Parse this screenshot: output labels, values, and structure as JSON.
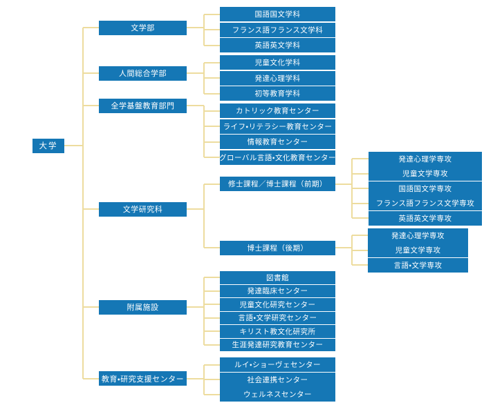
{
  "chart_title": "university-organization-chart",
  "colors": {
    "box_blue": "#1577b5",
    "connector_gold": "#eddc9e",
    "text_white": "#ffffff",
    "background": "#ffffff"
  },
  "root": {
    "label": "大学"
  },
  "divisions": [
    {
      "label": "文学部",
      "children": [
        {
          "label": "国語国文学科"
        },
        {
          "label": "フランス語フランス文学科"
        },
        {
          "label": "英語英文学科"
        }
      ]
    },
    {
      "label": "人間総合学部",
      "children": [
        {
          "label": "児童文化学科"
        },
        {
          "label": "発達心理学科"
        },
        {
          "label": "初等教育学科"
        }
      ]
    },
    {
      "label": "全学基盤教育部門",
      "children": [
        {
          "label": "カトリック教育センター"
        },
        {
          "label": "ライフ・リテラシー教育センター"
        },
        {
          "label": "情報教育センター"
        },
        {
          "label": "グローバル言語・文化教育センター"
        }
      ]
    },
    {
      "label": "文学研究科",
      "children": [
        {
          "label": "修士課程／博士課程（前期）",
          "children": [
            {
              "label": "発達心理学専攻"
            },
            {
              "label": "児童文学専攻"
            },
            {
              "label": "国語国文学専攻"
            },
            {
              "label": "フランス語フランス文学専攻"
            },
            {
              "label": "英語英文学専攻"
            }
          ]
        },
        {
          "label": "博士課程（後期）",
          "children": [
            {
              "label": "発達心理学専攻"
            },
            {
              "label": "児童文学専攻"
            },
            {
              "label": "言語・文学専攻"
            }
          ]
        }
      ]
    },
    {
      "label": "附属施設",
      "children": [
        {
          "label": "図書館"
        },
        {
          "label": "発達臨床センター"
        },
        {
          "label": "児童文化研究センター"
        },
        {
          "label": "言語・文学研究センター"
        },
        {
          "label": "キリスト教文化研究所"
        },
        {
          "label": "生涯発達研究教育センター"
        }
      ]
    },
    {
      "label": "教育・研究支援センター",
      "children": [
        {
          "label": "ルイ・ショーヴェセンター"
        },
        {
          "label": "社会連携センター"
        },
        {
          "label": "ウェルネスセンター"
        }
      ]
    }
  ]
}
